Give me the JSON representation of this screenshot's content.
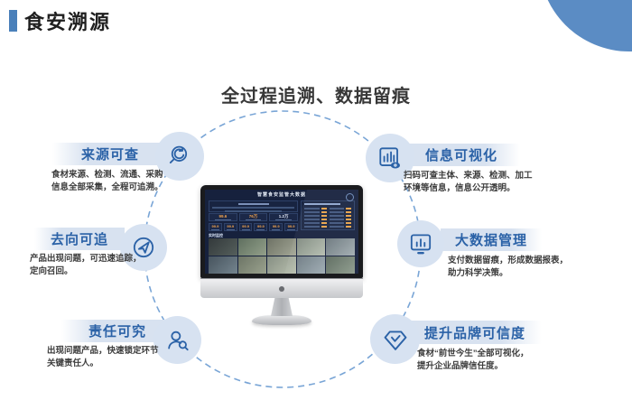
{
  "header": {
    "title": "食安溯源"
  },
  "heading": "全过程追溯、数据留痕",
  "features": [
    {
      "id": "source",
      "label": "来源可查",
      "icon": "magnifier-arrow-icon",
      "desc": [
        "食材来源、检测、流通、采购",
        "信息全部采集，全程可追溯。"
      ]
    },
    {
      "id": "trace",
      "label": "去向可追",
      "icon": "paper-plane-icon",
      "desc": [
        "产品出现问题，可迅速追踪，",
        "定向召回。"
      ]
    },
    {
      "id": "duty",
      "label": "责任可究",
      "icon": "person-search-icon",
      "desc": [
        "出现问题产品，快速锁定环节",
        "关键责任人。"
      ]
    },
    {
      "id": "visual",
      "label": "信息可视化",
      "icon": "chart-eye-icon",
      "desc": [
        "扫码可查主体、来源、检测、加工",
        "环境等信息，信息公开透明。"
      ]
    },
    {
      "id": "bigdata",
      "label": "大数据管理",
      "icon": "monitor-chart-icon",
      "desc": [
        "支付数据留痕，形成数据报表，",
        "助力科学决策。"
      ]
    },
    {
      "id": "brand",
      "label": "提升品牌可信度",
      "icon": "diamond-check-icon",
      "desc": [
        "食材“前世今生”全部可视化，",
        "提升企业品牌信任度。"
      ]
    }
  ],
  "monitor": {
    "dashboard": {
      "title": "智慧食安监管大数据",
      "camera_section_label": "实时监控",
      "stat_cards": [
        {
          "value": "99.6"
        },
        {
          "value": "76万"
        },
        {
          "value": "1.2万"
        }
      ],
      "mini_stats": [
        "99.9",
        "99.9",
        "99.9",
        "99.9",
        "99.9",
        "99.9"
      ],
      "camera_tiles": [
        [
          "#33393b",
          "#555f5c"
        ],
        [
          "#5f6f5f",
          "#93a08a"
        ],
        [
          "#6e7265",
          "#a3a796"
        ],
        [
          "#7f8a7f",
          "#b5bdb0"
        ],
        [
          "#6a767c",
          "#a2adb1"
        ],
        [
          "#47545e",
          "#74848e"
        ],
        [
          "#6d7566",
          "#9aa28e"
        ],
        [
          "#868f83",
          "#b8bfae"
        ],
        [
          "#6d7a82",
          "#9dabb2"
        ],
        [
          "#5a685c",
          "#8d9b8c"
        ]
      ]
    }
  },
  "colors": {
    "accent_blue": "#2b62a7",
    "title_bar_blue": "#4a80ba",
    "icon_circle_bg": "#d7e2f1",
    "deco_circle": "#5b8cc4",
    "dashed_circle": "#79a5d6",
    "screen_bg": "#16213d",
    "stat_orange": "#f0a24d"
  }
}
